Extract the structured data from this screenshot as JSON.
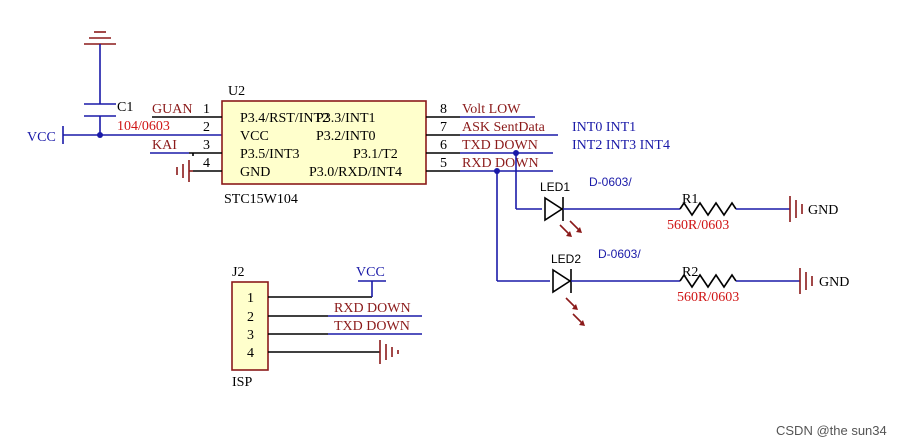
{
  "colors": {
    "wire": "#1a1aa8",
    "body": "#ffffcc",
    "body_border": "#8b1a1a",
    "red_text": "#d01616",
    "net_label": "#8b1a1a"
  },
  "u2": {
    "ref": "U2",
    "part": "STC15W104",
    "pins_left": [
      {
        "num": "1",
        "name": "P3.4/RST/INT2",
        "net": "GUAN"
      },
      {
        "num": "2",
        "name": "VCC",
        "net": ""
      },
      {
        "num": "3",
        "name": "P3.5/INT3",
        "net": "KAI"
      },
      {
        "num": "4",
        "name": "GND",
        "net": ""
      }
    ],
    "pins_right": [
      {
        "num": "8",
        "name": "P3.3/INT1",
        "net": "Volt_LOW"
      },
      {
        "num": "7",
        "name": "P3.2/INT0",
        "net": "ASK_SentData"
      },
      {
        "num": "6",
        "name": "P3.1/T2",
        "net": "TXD_DOWN"
      },
      {
        "num": "5",
        "name": "P3.0/RXD/INT4",
        "net": "RXD_DOWN"
      }
    ]
  },
  "notes": {
    "line1": "INT0 INT1",
    "line2": "INT2 INT3 INT4"
  },
  "c1": {
    "ref": "C1",
    "value": "104/0603"
  },
  "vcc_label": "VCC",
  "gnd_label": "GND",
  "led1": {
    "ref": "LED1",
    "value": "D-0603/"
  },
  "led2": {
    "ref": "LED2",
    "value": "D-0603/"
  },
  "r1": {
    "ref": "R1",
    "value": "560R/0603"
  },
  "r2": {
    "ref": "R2",
    "value": "560R/0603"
  },
  "j2": {
    "ref": "J2",
    "name": "ISP",
    "pins": [
      {
        "num": "1",
        "net": ""
      },
      {
        "num": "2",
        "net": "RXD_DOWN"
      },
      {
        "num": "3",
        "net": "TXD_DOWN"
      },
      {
        "num": "4",
        "net": ""
      }
    ]
  },
  "watermark": "CSDN @the sun34"
}
